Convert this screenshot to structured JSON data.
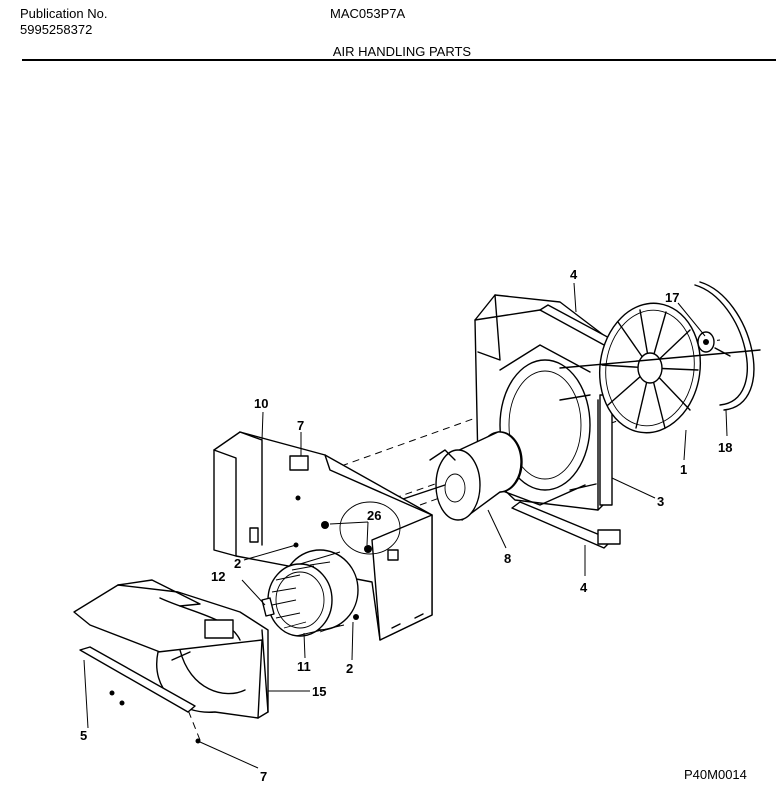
{
  "header": {
    "publication_label": "Publication No.",
    "publication_number": "5995258372",
    "model": "MAC053P7A"
  },
  "title": "AIR HANDLING PARTS",
  "figure_code": "P40M0014",
  "callouts": {
    "c1": "1",
    "c2a": "2",
    "c2b": "2",
    "c3": "3",
    "c4a": "4",
    "c4b": "4",
    "c5": "5",
    "c7a": "7",
    "c7b": "7",
    "c8": "8",
    "c10": "10",
    "c11": "11",
    "c12": "12",
    "c15": "15",
    "c17": "17",
    "c18": "18",
    "c26": "26"
  },
  "colors": {
    "ink": "#000000",
    "paper": "#ffffff"
  }
}
